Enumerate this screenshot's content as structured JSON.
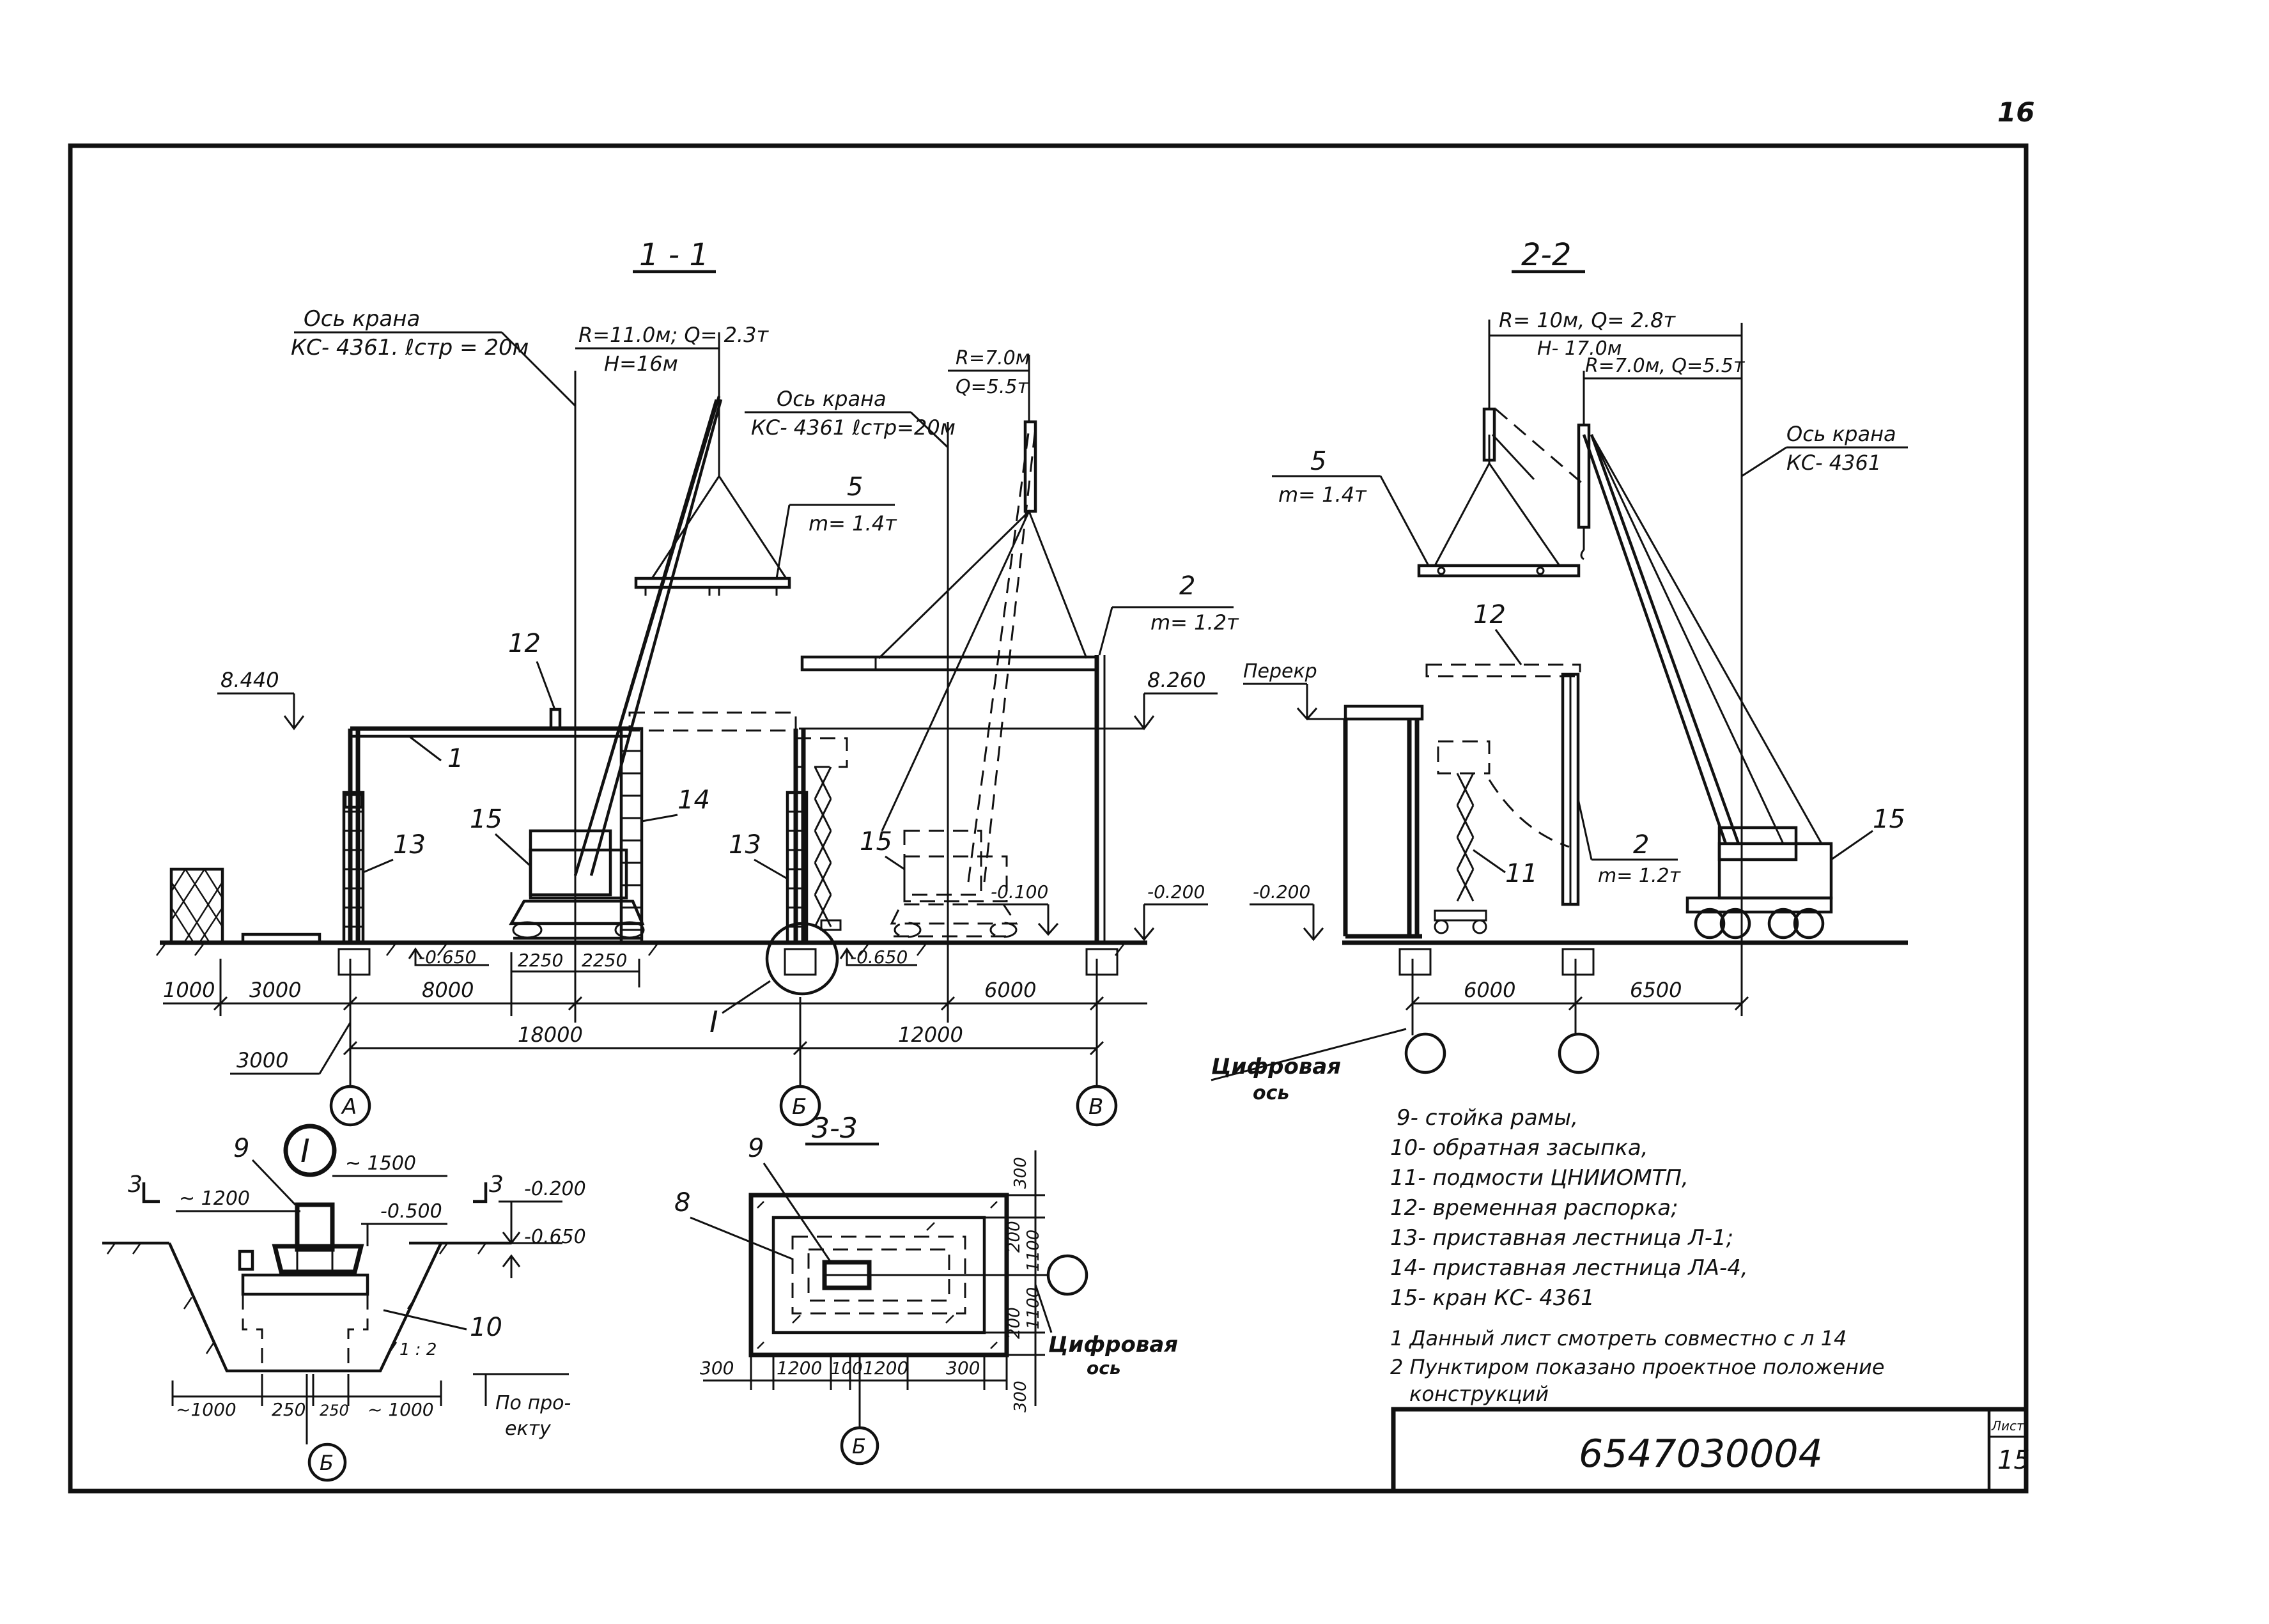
{
  "sheet": {
    "page_number": "16",
    "drawing_code": "6547030004",
    "sheet_label": "Лист",
    "sheet_number": "15"
  },
  "section_1_1": {
    "title": "1 - 1",
    "crane_axis_1": {
      "line1": "Ось крана",
      "line2": "КС- 4361. ℓстр = 20м"
    },
    "crane_params_1": {
      "line1": "R=11.0м; Q= 2.3т",
      "line2": "H=16м"
    },
    "crane_axis_2": {
      "line1": "Ось крана",
      "line2": "КС- 4361 ℓстр=20м"
    },
    "crane_params_2": {
      "line1": "R=7.0м",
      "line2": "Q=5.5т"
    },
    "item_5": {
      "num": "5",
      "mass": "m= 1.4т"
    },
    "item_2": {
      "num": "2",
      "mass": "m= 1.2т"
    },
    "item_1": "1",
    "item_12": "12",
    "item_13_left": "13",
    "item_13_mid": "13",
    "item_14": "14",
    "item_15_left": "15",
    "item_15_mid": "15",
    "detail_ref": "I",
    "levels": {
      "top_left": "8.440",
      "top_right": "8.260",
      "pit_left": "-0.650",
      "pit_mid": "-0.650",
      "ground_1": "-0.100",
      "ground_2": "-0.200"
    },
    "dims": {
      "d1000": "1000",
      "d3000a": "3000",
      "d8000": "8000",
      "d2250a": "2250",
      "d2250b": "2250",
      "d6000": "6000",
      "d3000b": "3000",
      "d18000": "18000",
      "d12000": "12000"
    },
    "axes": {
      "a": "А",
      "b": "Б",
      "v": "В"
    }
  },
  "section_2_2": {
    "title": "2-2",
    "crane_params_1": {
      "line1": "R= 10м, Q= 2.8т",
      "line2": "H- 17.0м"
    },
    "crane_params_2": "R=7.0м, Q=5.5т",
    "crane_axis": {
      "line1": "Ось крана",
      "line2": "КС- 4361"
    },
    "item_5": {
      "num": "5",
      "mass": "m= 1.4т"
    },
    "item_12": "12",
    "item_11": "11",
    "item_2": {
      "num": "2",
      "mass": "m= 1.2т"
    },
    "item_15": "15",
    "level_slab": "Перекр",
    "level_ground": "-0.200",
    "dims": {
      "d6000": "6000",
      "d6500": "6500"
    },
    "digital_axis": {
      "line1": "Цифровая",
      "line2": "ось"
    }
  },
  "detail_I": {
    "ref": "I",
    "item_9": "9",
    "item_10": "10",
    "section_mark_left": "3",
    "section_mark_right": "3",
    "dims": {
      "d1200": "~ 1200",
      "d1500": "~ 1500",
      "d1000a": "~1000",
      "d250a": "250",
      "d250b": "250",
      "d1000b": "~ 1000"
    },
    "levels": {
      "l500": "-0.500",
      "l200": "-0.200",
      "l650": "-0.650"
    },
    "slope": "1 : 2",
    "note": {
      "line1": "По про-",
      "line2": "екту"
    },
    "axis": "Б"
  },
  "section_3_3": {
    "title": "3-3",
    "item_9": "9",
    "item_8": "8",
    "dims_bottom": [
      "300",
      "1200",
      "100",
      "1200",
      "300"
    ],
    "dims_right": [
      "300",
      "200",
      "1100",
      "1100",
      "200",
      "300"
    ],
    "axis": "Б",
    "digital_axis": {
      "line1": "Цифровая",
      "line2": "ось"
    }
  },
  "legend": {
    "items": [
      "9- стойка рамы,",
      "10- обратная засыпка,",
      "11- подмости ЦНИИОМТП,",
      "12- временная распорка;",
      "13- приставная лестница Л-1;",
      "14- приставная лестница ЛА-4,",
      "15- кран  КС- 4361"
    ],
    "notes": [
      "1 Данный лист смотреть совместно с л 14",
      "2 Пунктиром показано проектное положение",
      "конструкций"
    ]
  }
}
